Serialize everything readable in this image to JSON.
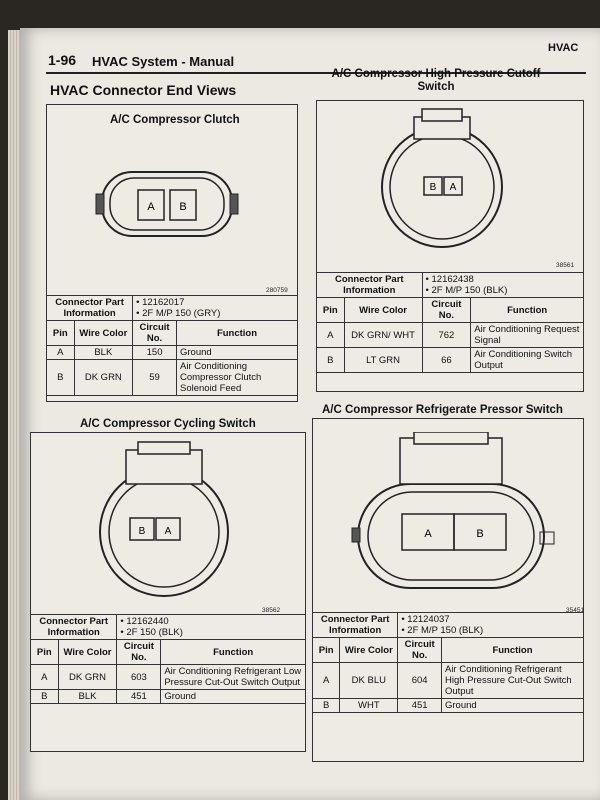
{
  "header": {
    "page_number": "1-96",
    "section": "HVAC System - Manual",
    "right_tab": "HVAC",
    "title": "HVAC Connector End Views"
  },
  "labels": {
    "connector_part_info": "Connector Part Information",
    "pin": "Pin",
    "wire_color": "Wire Color",
    "circuit_no": "Circuit No.",
    "function": "Function"
  },
  "panels": [
    {
      "title": "A/C Compressor Clutch",
      "drawing_number": "280759",
      "part_info": [
        "12162017",
        "2F M/P 150 (GRY)"
      ],
      "pins": [
        {
          "pin": "A",
          "wire": "BLK",
          "circuit": "150",
          "function": "Ground"
        },
        {
          "pin": "B",
          "wire": "DK GRN",
          "circuit": "59",
          "function": "Air Conditioning Compressor Clutch Solenoid Feed"
        }
      ],
      "cavities": [
        "A",
        "B"
      ]
    },
    {
      "title": "A/C Compressor High Pressure Cutoff Switch",
      "drawing_number": "38561",
      "part_info": [
        "12162438",
        "2F M/P 150 (BLK)"
      ],
      "pins": [
        {
          "pin": "A",
          "wire": "DK GRN/ WHT",
          "circuit": "762",
          "function": "Air Conditioning Request Signal"
        },
        {
          "pin": "B",
          "wire": "LT GRN",
          "circuit": "66",
          "function": "Air Conditioning Switch Output"
        }
      ],
      "cavities": [
        "B",
        "A"
      ]
    },
    {
      "title": "A/C Compressor Cycling Switch",
      "drawing_number": "38562",
      "part_info": [
        "12162440",
        "2F 150 (BLK)"
      ],
      "pins": [
        {
          "pin": "A",
          "wire": "DK GRN",
          "circuit": "603",
          "function": "Air Conditioning Refrigerant Low Pressure Cut-Out Switch Output"
        },
        {
          "pin": "B",
          "wire": "BLK",
          "circuit": "451",
          "function": "Ground"
        }
      ],
      "cavities": [
        "B",
        "A"
      ]
    },
    {
      "title": "A/C Compressor Refrigerate Pressor Switch",
      "drawing_number": "35451",
      "part_info": [
        "12124037",
        "2F M/P 150 (BLK)"
      ],
      "pins": [
        {
          "pin": "A",
          "wire": "DK BLU",
          "circuit": "604",
          "function": "Air Conditioning Refrigerant High Pressure Cut-Out Switch Output"
        },
        {
          "pin": "B",
          "wire": "WHT",
          "circuit": "451",
          "function": "Ground"
        }
      ],
      "cavities": [
        "A",
        "B"
      ]
    }
  ]
}
